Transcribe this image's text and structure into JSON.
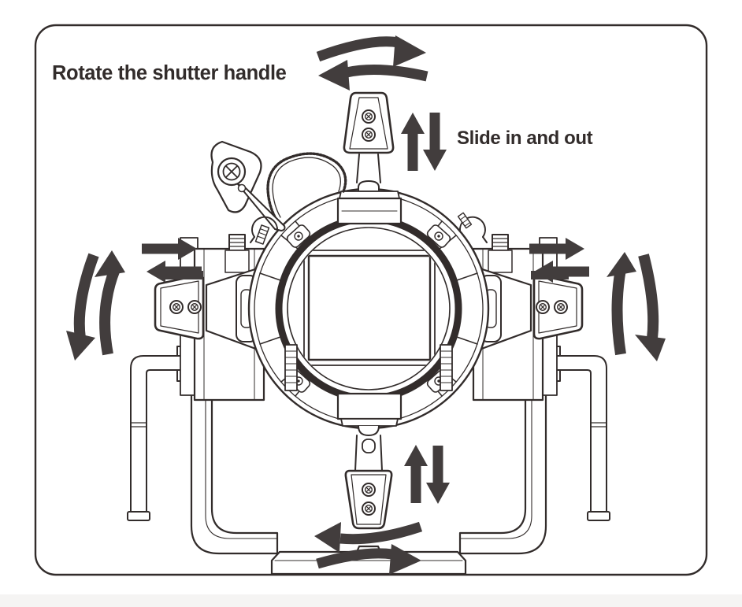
{
  "labels": {
    "rotate_handle": "Rotate the shutter handle",
    "slide_in_out": "Slide in and out"
  },
  "colors": {
    "ink": "#322c2b",
    "arrow": "#423d3d",
    "background": "#ffffff",
    "bottom_strip": "#f5f4f3"
  },
  "illustration": {
    "subject": "stage-spotlight-front-view",
    "parts": {
      "top_handle": "shutter-handle",
      "bottom_handle": "shutter-handle",
      "left_handle": "shutter-handle",
      "right_handle": "shutter-handle",
      "center": "square-aperture-in-lens-ring",
      "base": "yoke-bracket"
    }
  }
}
